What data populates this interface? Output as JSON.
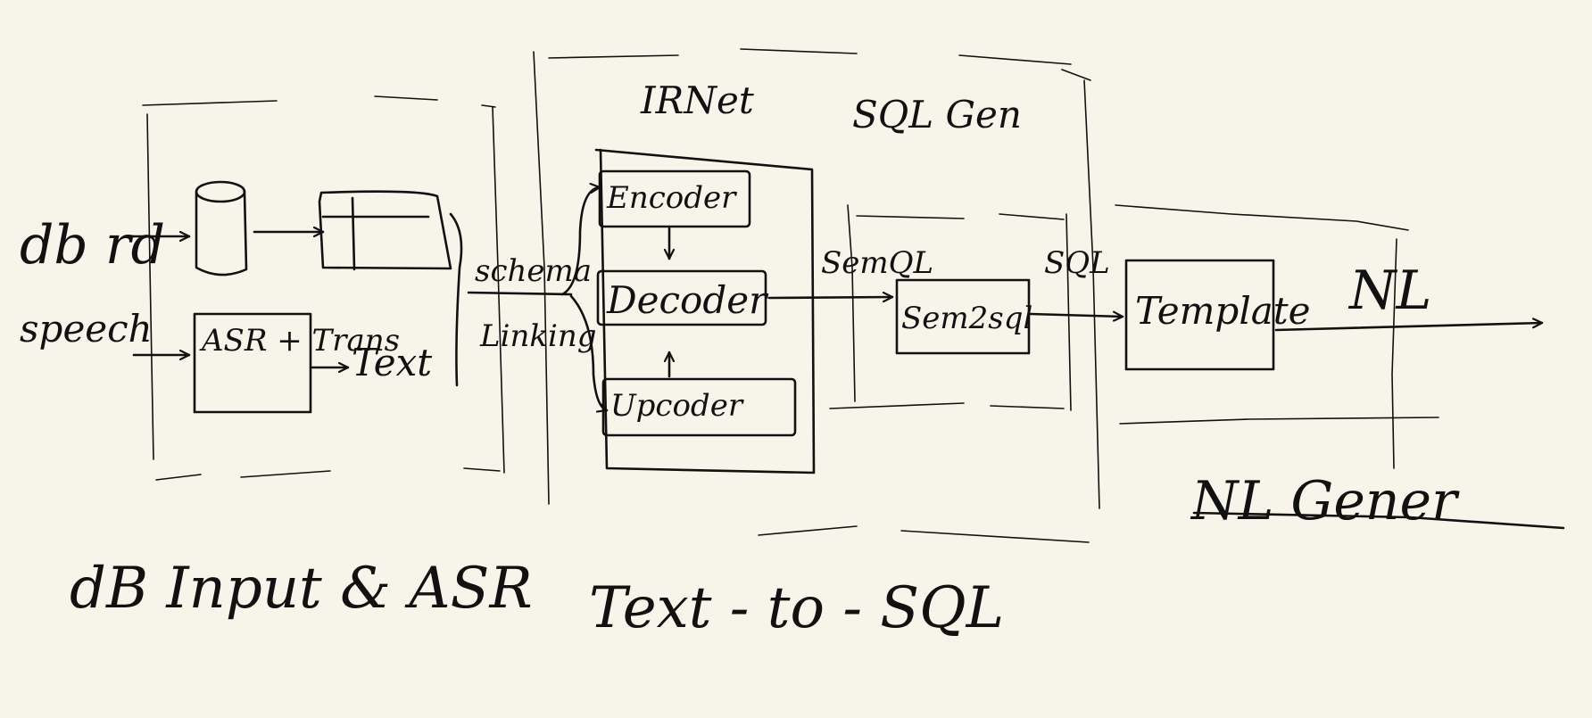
{
  "inputs": {
    "db": "db rd",
    "speech": "speech"
  },
  "stages": {
    "db_input_asr": "dB Input & ASR",
    "text_to_sql": "Text - to - SQL",
    "nl_gen": "NL Gener"
  },
  "blocks": {
    "asr": "ASR + Trans",
    "text": "Text",
    "schema": "schema",
    "linking": "Linking",
    "irnet": "IRNet",
    "encoder": "Encoder",
    "decoder": "Decoder",
    "upcoder": "Upcoder",
    "sql_gen": "SQL Gen",
    "semql": "SemQL",
    "sem2sql": "Sem2sql",
    "sql": "SQL",
    "template": "Template",
    "nl": "NL"
  }
}
